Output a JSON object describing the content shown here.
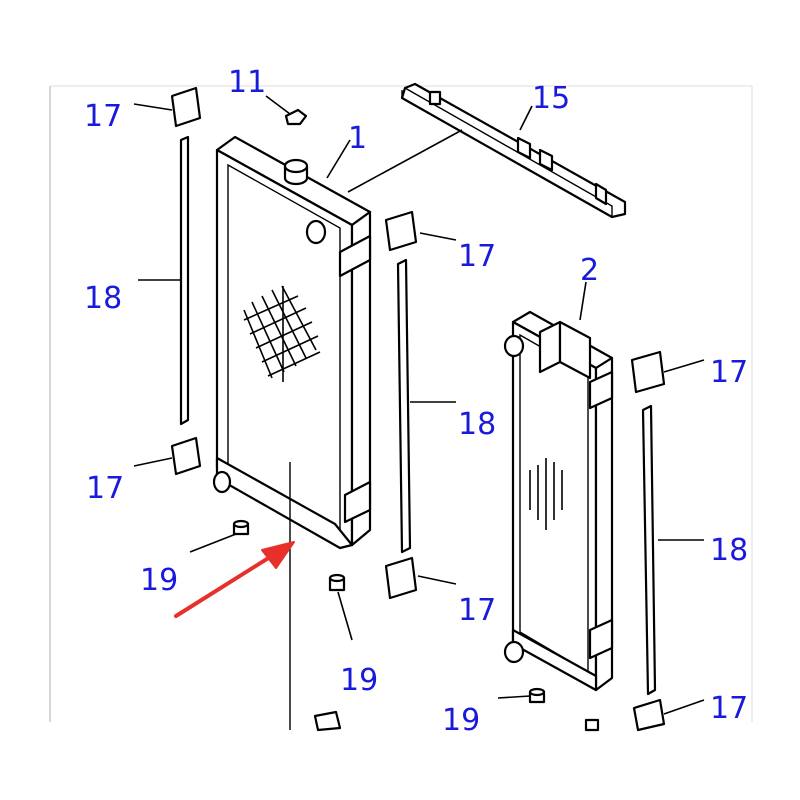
{
  "diagram": {
    "labels": {
      "l17a": "17",
      "l17b": "17",
      "l17c": "17",
      "l17d": "17",
      "l17e": "17",
      "l17f": "17",
      "l18a": "18",
      "l18b": "18",
      "l18c": "18",
      "l19a": "19",
      "l19b": "19",
      "l19c": "19",
      "l1": "1",
      "l2": "2",
      "l15": "15",
      "l11": "11"
    },
    "colors": {
      "label": "#1a1adb",
      "arrow": "#e8302a",
      "line": "#000000"
    }
  }
}
